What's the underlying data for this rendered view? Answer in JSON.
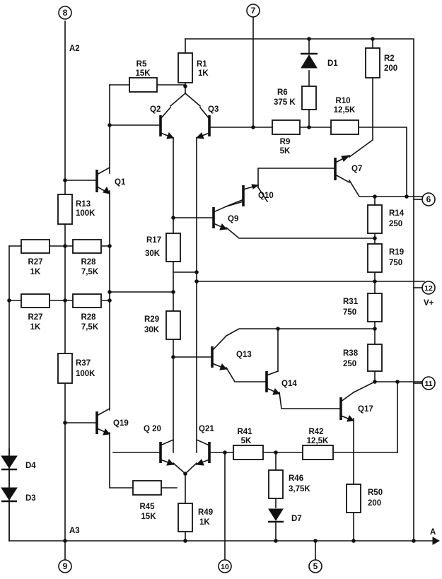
{
  "pins": {
    "p8": "8",
    "p7": "7",
    "p6": "6",
    "p12": "12",
    "p11": "11",
    "p9": "9",
    "p10": "10",
    "p5": "5"
  },
  "rails": {
    "a2": "A2",
    "a3": "A3",
    "vplus": "V+",
    "a": "A"
  },
  "resistors": {
    "r5": {
      "name": "R5",
      "value": "15K"
    },
    "r1": {
      "name": "R1",
      "value": "1K"
    },
    "r2": {
      "name": "R2",
      "value": "200"
    },
    "r6": {
      "name": "R6",
      "value": "375 K"
    },
    "r10": {
      "name": "R10",
      "value": "12,5K"
    },
    "r9": {
      "name": "R9",
      "value": "5K"
    },
    "r13": {
      "name": "R13",
      "value": "100K"
    },
    "r14": {
      "name": "R14",
      "value": "250"
    },
    "r17": {
      "name": "R17",
      "value": "30K"
    },
    "r19": {
      "name": "R19",
      "value": "750"
    },
    "r27a": {
      "name": "R27",
      "value": "1K"
    },
    "r28a": {
      "name": "R28",
      "value": "7,5K"
    },
    "r27b": {
      "name": "R27",
      "value": "1K"
    },
    "r28b": {
      "name": "R28",
      "value": "7,5K"
    },
    "r29": {
      "name": "R29",
      "value": "30K"
    },
    "r31": {
      "name": "R31",
      "value": "750"
    },
    "r37": {
      "name": "R37",
      "value": "100K"
    },
    "r38": {
      "name": "R38",
      "value": "250"
    },
    "r41": {
      "name": "R41",
      "value": "5K"
    },
    "r42": {
      "name": "R42",
      "value": "12,5K"
    },
    "r46": {
      "name": "R46",
      "value": "3,75K"
    },
    "r45": {
      "name": "R45",
      "value": "15K"
    },
    "r49": {
      "name": "R49",
      "value": "1K"
    },
    "r50": {
      "name": "R50",
      "value": "200"
    }
  },
  "transistors": {
    "q1": "Q1",
    "q2": "Q2",
    "q3": "Q3",
    "q7": "Q7",
    "q9": "Q9",
    "q10": "Q10",
    "q13": "Q13",
    "q14": "Q14",
    "q17": "Q17",
    "q19": "Q19",
    "q20": "Q 20",
    "q21": "Q21"
  },
  "diodes": {
    "d1": "D1",
    "d3": "D3",
    "d4": "D4",
    "d7": "D7"
  }
}
